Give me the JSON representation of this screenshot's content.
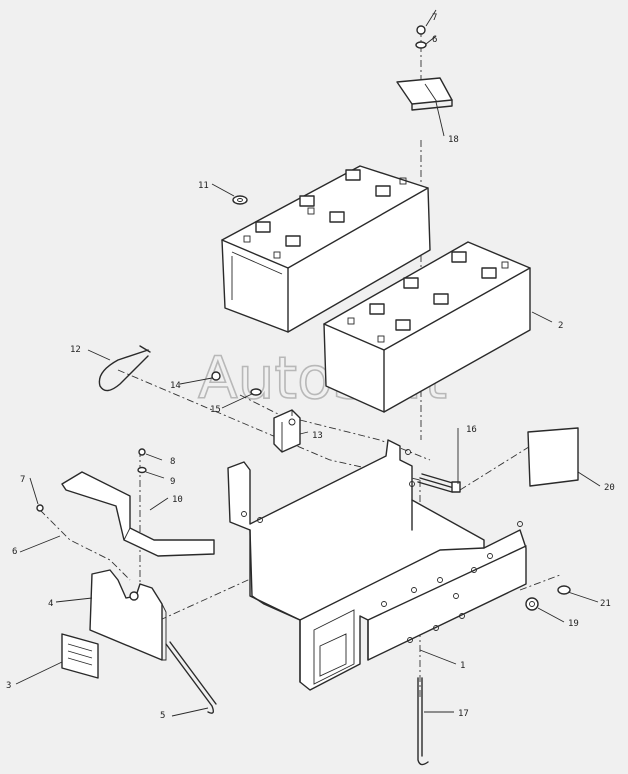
{
  "watermark": "AutoSoft",
  "callouts": {
    "c1": "1",
    "c2": "2",
    "c3": "3",
    "c4": "4",
    "c5": "5",
    "c6a": "6",
    "c6b": "6",
    "c7a": "7",
    "c7b": "7",
    "c8": "8",
    "c9": "9",
    "c10": "10",
    "c11": "11",
    "c12": "12",
    "c13": "13",
    "c14": "14",
    "c15": "15",
    "c16": "16",
    "c17": "17",
    "c18": "18",
    "c19": "19",
    "c20": "20",
    "c21": "21"
  }
}
